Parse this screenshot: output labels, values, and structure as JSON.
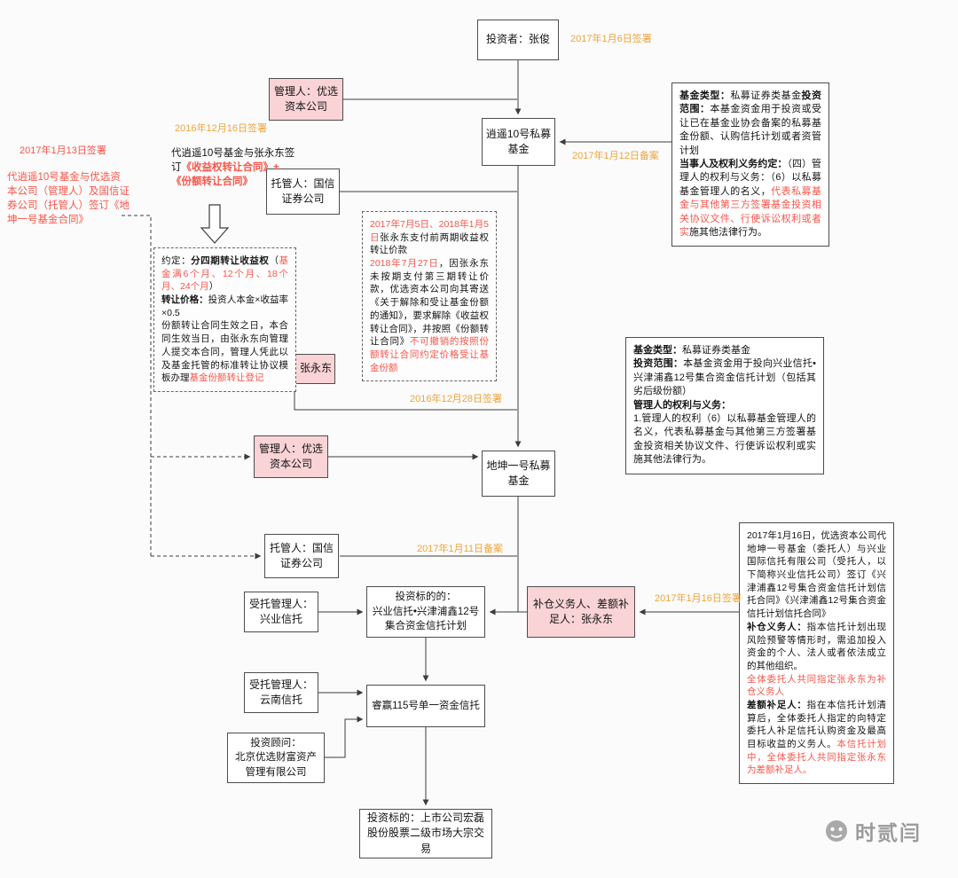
{
  "colors": {
    "orange": "#f0a43c",
    "red": "#f8564a",
    "pink": "#f9d3d6"
  },
  "nodes": {
    "investor_top": "投资者：张俊",
    "fund1": "逍遥10号私募基金",
    "manager1": "管理人：优选资本公司",
    "trustee1": "托管人：国信证券公司",
    "investor2": "投资者：张永东",
    "manager2": "管理人：优选资本公司",
    "fund2": "地坤一号私募基金",
    "trustee2": "托管人：国信证券公司",
    "trust_mgr1": "受托管理人：\n兴业信托",
    "target1": "投资标的的：\n兴业信托•兴津浦鑫12号集合资金信托计划",
    "obligor": "补仓义务人、差额补足人：张永东",
    "trust_mgr2": "受托管理人：\n云南信托",
    "trust115": "睿赢115号单一资金信托",
    "advisor": "投资顾问：\n北京优选财富资产管理有限公司",
    "target2": "投资标的：上市公司宏磊股份股票二级市场大宗交易"
  },
  "annotations": {
    "a1": "2017年1月6日签署",
    "a2": "2016年12月16日签署",
    "a3": "2017年1月12日备案",
    "a4": "2016年12月28日签署",
    "a5": "2017年1月11日备案",
    "a6": "2017年1月16日签署",
    "a7": "2017年1月13日签署"
  },
  "rich": {
    "left_contract": "代逍遥10号基金与优选资本公司（管理人）及国信证券公司（托管人）签订《地坤一号基金合同》",
    "sign_text": [
      {
        "t": "代逍遥10号基金与张永东签订",
        "c": ""
      },
      {
        "t": "《收益权转让合同》+《份额转让合同》",
        "c": "red bold"
      }
    ],
    "agree_box": [
      {
        "t": "约定：",
        "c": ""
      },
      {
        "t": "分四期转让收益权",
        "c": "bold"
      },
      {
        "t": "（",
        "c": ""
      },
      {
        "t": "基金满6个月、12个月、18个月、24个月",
        "c": "red"
      },
      {
        "t": "）\n",
        "c": ""
      },
      {
        "t": "转让价格：",
        "c": "bold"
      },
      {
        "t": "投资人本金×收益率×0.5\n",
        "c": ""
      },
      {
        "t": "份额转让合同生效之日，本合同生效当日，由张永东向管理人提交本合同，管理人凭此以及基金托管的标准转让协议模板办理",
        "c": ""
      },
      {
        "t": "基金份额转让登记",
        "c": "red"
      }
    ],
    "pay_box": [
      {
        "t": "2017年7月5日、2018年1月5日",
        "c": "red"
      },
      {
        "t": "张永东支付前两期收益权转让价款\n",
        "c": ""
      },
      {
        "t": "2018年7月27日",
        "c": "red"
      },
      {
        "t": "，因张永东未按期支付第三期转让价款，优选资本公司向其寄送《关于解除和受让基金份额的通知》，要求解除《收益权转让合同》，并按照《份额转让合同》",
        "c": ""
      },
      {
        "t": "不可撤销的按照份额转让合同约定价格受让基金份额",
        "c": "red"
      }
    ],
    "info1": [
      {
        "t": "基金类型：",
        "c": "bold"
      },
      {
        "t": "私募证券类基金",
        "c": ""
      },
      {
        "t": "投资范围：",
        "c": "bold"
      },
      {
        "t": "本基金资金用于投资或受让已在基金业协会备案的私募基金份额、认购信托计划或者资管计划\n",
        "c": ""
      },
      {
        "t": "当事人及权利义务约定：",
        "c": "bold"
      },
      {
        "t": "（四）管理人的权利与义务：（6）以私募基金管理人的名义，",
        "c": ""
      },
      {
        "t": "代表私募基金与其他第三方签署基金投资相关协议文件、行使诉讼权利或者实",
        "c": "red"
      },
      {
        "t": "施其他法律行为。",
        "c": ""
      }
    ],
    "info2": [
      {
        "t": "基金类型：",
        "c": "bold"
      },
      {
        "t": "私募证券类基金\n",
        "c": ""
      },
      {
        "t": "投资范围：",
        "c": "bold"
      },
      {
        "t": "本基金资金用于投向兴业信托•兴津浦鑫12号集合资金信托计划（包括其劣后级份额）\n",
        "c": ""
      },
      {
        "t": "管理人的权利与义务：\n",
        "c": "bold"
      },
      {
        "t": "1.管理人的权利（6）以私募基金管理人的名义，代表私募基金与其他第三方签署基金投资相关协议文件、行使诉讼权利或实施其他法律行为。",
        "c": ""
      }
    ],
    "info3": [
      {
        "t": "2017年1月16日，优选资本公司代地坤一号基金（委托人）与兴业国际信托有限公司（受托人，以下简称兴业信托公司）签订《兴津浦鑫12号集合资金信托计划信托合同》《兴津浦鑫12号集合资金信托计划信托合同》\n",
        "c": ""
      },
      {
        "t": "补仓义务人：",
        "c": "bold"
      },
      {
        "t": "指本信托计划出现风险预警等情形时，需追加投入资金的个人、法人或者依法成立的其他组织。\n",
        "c": ""
      },
      {
        "t": "全体委托人共同指定张永东为补仓义务人\n",
        "c": "red"
      },
      {
        "t": "差额补足人：",
        "c": "bold"
      },
      {
        "t": "指在本信托计划清算后，全体委托人指定的向特定委托人补足信托认购资金及最高目标收益的义务人。",
        "c": ""
      },
      {
        "t": "本信托计划中，全体委托人共同指定张永东为差额补足人。",
        "c": "red"
      }
    ]
  },
  "watermark": {
    "label": "时贰闫"
  }
}
